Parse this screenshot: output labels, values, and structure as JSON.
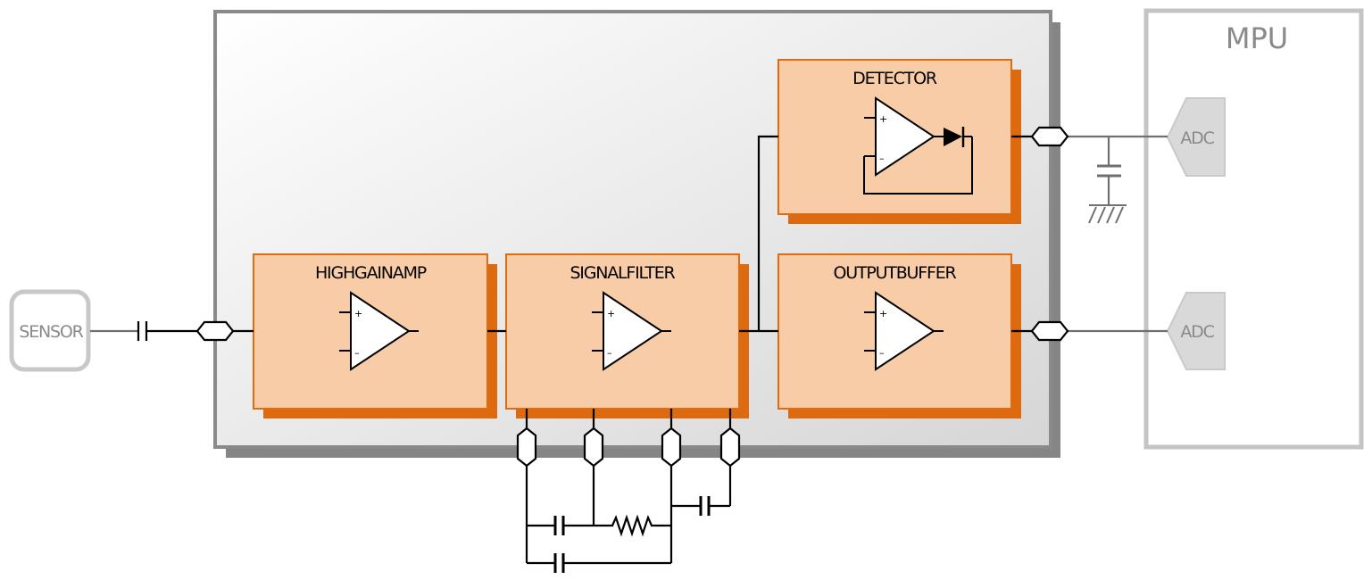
{
  "sensor": {
    "label": "SENSOR"
  },
  "mpu": {
    "label": "MPU",
    "adcs": [
      {
        "label": "ADC"
      },
      {
        "label": "ADC"
      }
    ]
  },
  "blocks": {
    "highgainamp": {
      "label": "HIGHGAINAMP"
    },
    "signalfilter": {
      "label": "SIGNALFILTER"
    },
    "detector": {
      "label": "DETECTOR"
    },
    "outputbuffer": {
      "label": "OUTPUTBUFFER"
    }
  },
  "opamp_symbols": {
    "plus": "+",
    "minus": "–"
  },
  "colors": {
    "block_fill": "#f9cca8",
    "block_stroke": "#e06b10",
    "block_shadow": "#dd6a0e",
    "module_shadow": "#858585",
    "mpu_outline": "#c4c4c4",
    "adc_fill": "#d9d9d9"
  }
}
